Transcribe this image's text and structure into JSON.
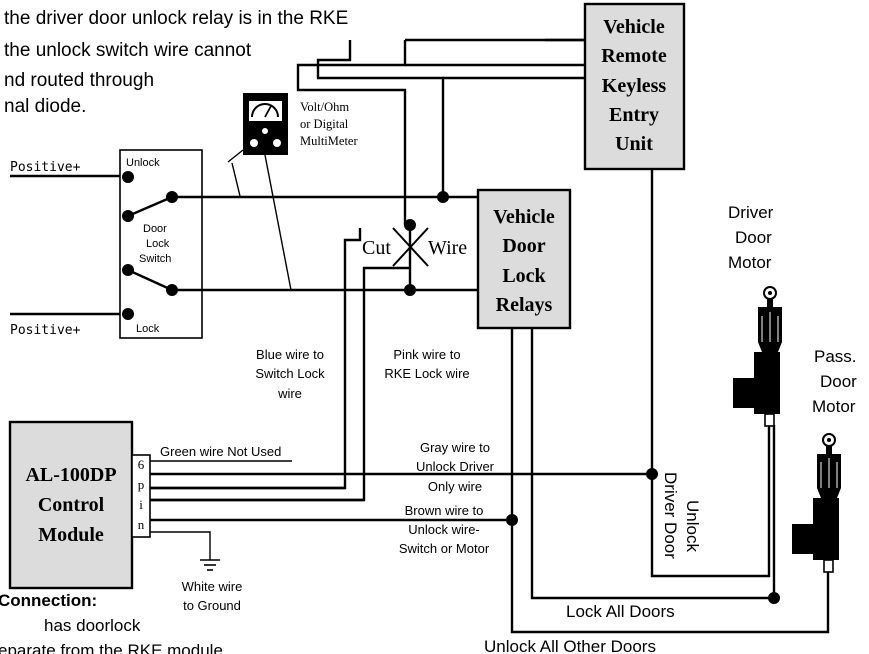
{
  "intro": {
    "line1": "the driver door unlock relay is in the RKE",
    "line2": "the unlock switch wire cannot",
    "line3": "nd routed through",
    "line4": "nal diode."
  },
  "rke_unit": [
    "Vehicle",
    "Remote",
    "Keyless",
    "Entry",
    "Unit"
  ],
  "relays_box": [
    "Vehicle",
    "Door",
    "Lock",
    "Relays"
  ],
  "meter_label": [
    "Volt/Ohm",
    "or Digital",
    "MultiMeter"
  ],
  "door_switch": {
    "unlock": "Unlock",
    "center": [
      "Door",
      "Lock",
      "Switch"
    ],
    "lock": "Lock"
  },
  "positive_top": "Positive+",
  "positive_bottom": "Positive+",
  "cut_wire": {
    "cut": "Cut",
    "wire": "Wire"
  },
  "driver_motor": [
    "Driver",
    "Door",
    "Motor"
  ],
  "pass_motor": [
    "Pass.",
    "Door",
    "Motor"
  ],
  "blue_wire": [
    "Blue wire to",
    "Switch Lock",
    "wire"
  ],
  "pink_wire": [
    "Pink wire to",
    "RKE Lock wire"
  ],
  "module": [
    "AL-100DP",
    "Control",
    "Module"
  ],
  "pin_label": [
    "6",
    "p",
    "i",
    "n"
  ],
  "green_wire": "Green wire Not Used",
  "gray_wire": [
    "Gray wire to",
    "Unlock  Driver",
    "Only wire"
  ],
  "brown_wire": [
    "Brown wire to",
    "Unlock wire-",
    "Switch or Motor"
  ],
  "white_wire": [
    "White wire",
    "to Ground"
  ],
  "unlock_driver_door": [
    "Unlock",
    "Driver Door"
  ],
  "lock_all_doors": "Lock All Doors",
  "unlock_all_other": "Unlock All Other Doors",
  "connection_title": "Connection:",
  "connection_line2": "has doorlock",
  "connection_line3": "eparate from the RKE module"
}
